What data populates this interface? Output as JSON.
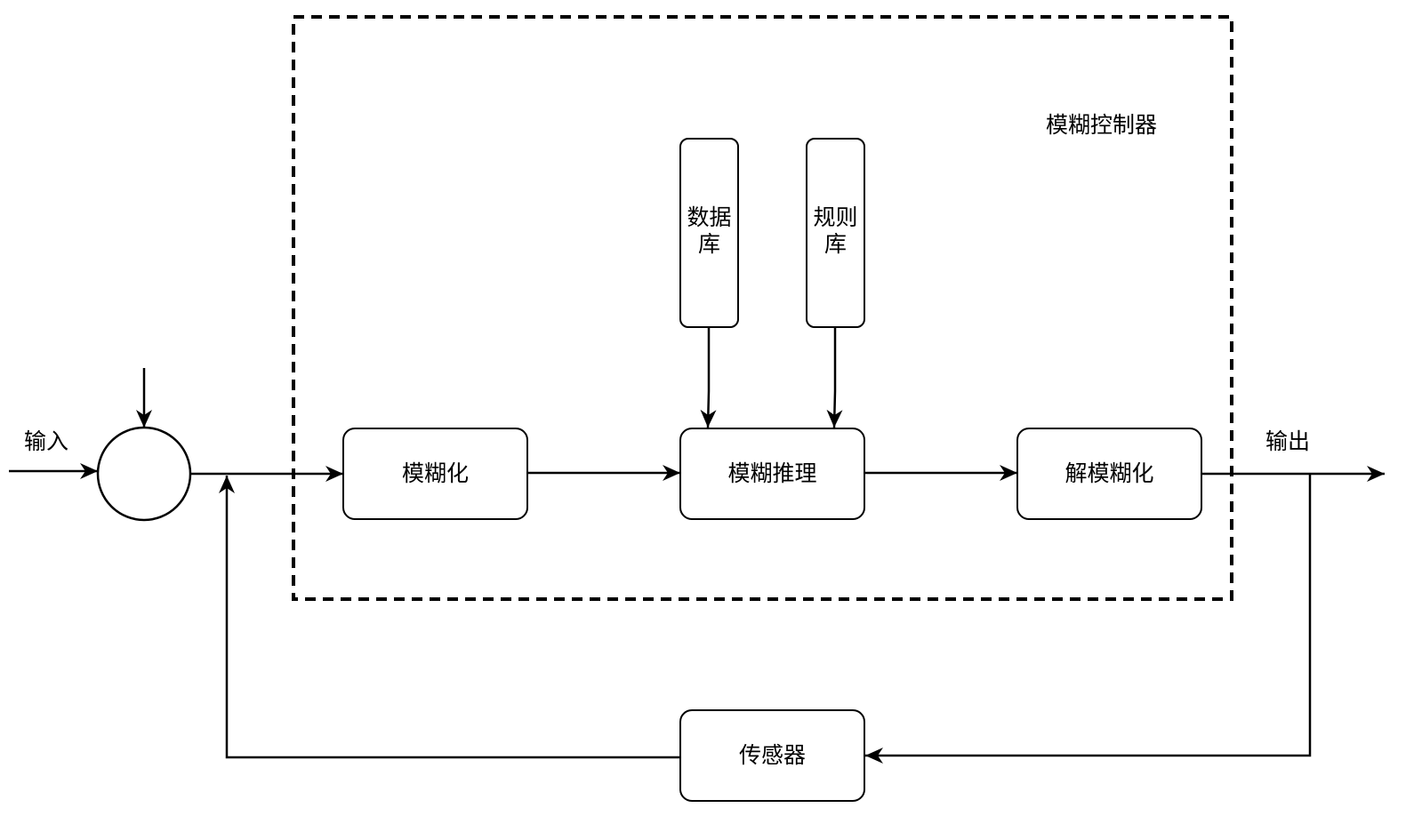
{
  "diagram": {
    "controller_label": "模糊控制器",
    "input_label": "输入",
    "output_label": "输出",
    "fuzzify_label": "模糊化",
    "inference_label": "模糊推理",
    "defuzzify_label": "解模糊化",
    "sensor_label": "传感器",
    "database_label": "数据库",
    "rulebase_label": "规则库"
  }
}
